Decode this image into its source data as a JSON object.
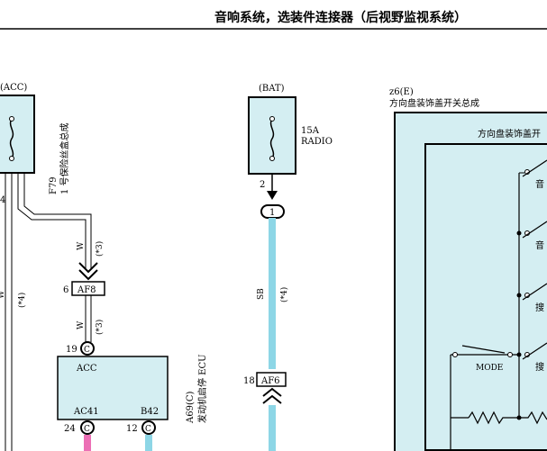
{
  "header": {
    "title": "音响系统，选装件连接器（后视野监视系统）"
  },
  "fuse_left": {
    "source": "(ACC)",
    "code": "F79",
    "name": "1 号保险丝盒总成",
    "pin": "4"
  },
  "fuse_right": {
    "source": "(BAT)",
    "rating": "15A",
    "name": "RADIO",
    "pin": "2",
    "connector": "1"
  },
  "wires": {
    "w_left_vertical_label": "W",
    "w_left_vertical_note": "(*4)",
    "w_to_af8_label": "W",
    "w_to_af8_note": "(*3)",
    "w_af8_to_ecu_label": "W",
    "w_af8_to_ecu_note": "(*3)",
    "sb_label": "SB",
    "sb_note": "(*4)"
  },
  "connectors": {
    "af8": {
      "pin": "6",
      "name": "AF8"
    },
    "af6": {
      "pin": "18",
      "name": "AF6"
    }
  },
  "ecu": {
    "acc_pin": "19",
    "acc_pin_letter": "C",
    "acc_label": "ACC",
    "ac41_label": "AC41",
    "ac41_pin": "24",
    "ac41_pin_letter": "C",
    "b42_label": "B42",
    "b42_pin": "12",
    "b42_pin_letter": "C",
    "code": "A69(C)",
    "name": "发动机启停 ECU"
  },
  "switch_assy": {
    "code": "z6(E)",
    "name": "方向盘装饰盖开关总成",
    "inner_title": "方向盘装饰盖开",
    "switches": [
      "音",
      "音",
      "搜",
      "搜"
    ],
    "mode_label": "MODE"
  },
  "colors": {
    "light_blue": "#d4eef2",
    "wire_sb": "#8dd6e6",
    "wire_pink": "#ec6fb5",
    "outline": "#000000"
  }
}
